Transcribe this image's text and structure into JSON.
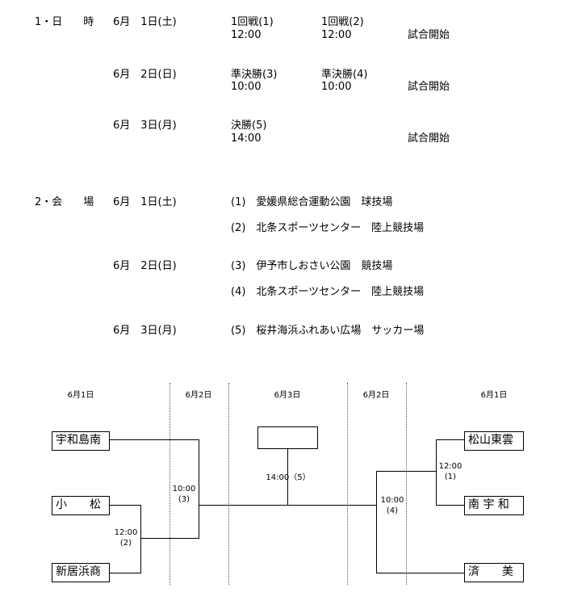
{
  "schedule": {
    "label": "1・日　　時",
    "rows": [
      {
        "date": "6月　1日(土)",
        "items": [
          {
            "name": "1回戦(1)",
            "time": "12:00"
          },
          {
            "name": "1回戦(2)",
            "time": "12:00"
          }
        ],
        "note": "試合開始"
      },
      {
        "date": "6月　2日(日)",
        "items": [
          {
            "name": "準決勝(3)",
            "time": "10:00"
          },
          {
            "name": "準決勝(4)",
            "time": "10:00"
          }
        ],
        "note": "試合開始"
      },
      {
        "date": "6月　3日(月)",
        "items": [
          {
            "name": "決勝(5)",
            "time": "14:00"
          }
        ],
        "note": "試合開始"
      }
    ]
  },
  "venue": {
    "label": "2・会　　場",
    "groups": [
      {
        "date": "6月　1日(土)",
        "venues": [
          "(1)　愛媛県総合運動公園　球技場",
          "(2)　北条スポーツセンター　陸上競技場"
        ]
      },
      {
        "date": "6月　2日(日)",
        "venues": [
          "(3)　伊予市しおさい公園　競技場",
          "(4)　北条スポーツセンター　陸上競技場"
        ]
      },
      {
        "date": "6月　3日(月)",
        "venues": [
          "(5)　桜井海浜ふれあい広場　サッカー場"
        ]
      }
    ]
  },
  "bracket": {
    "day_headers": [
      "6月1日",
      "6月2日",
      "6月3日",
      "6月2日",
      "6月1日"
    ],
    "left_teams": [
      "宇和島南",
      "小　　松",
      "新居浜商"
    ],
    "right_teams": [
      "松山東雲",
      "南 宇 和",
      "済　　美"
    ],
    "matches": {
      "m1": {
        "time": "12:00",
        "num": "(1)"
      },
      "m2": {
        "time": "12:00",
        "num": "(2)"
      },
      "m3": {
        "time": "10:00",
        "num": "(3)"
      },
      "m4": {
        "time": "10:00",
        "num": "(4)"
      },
      "m5": {
        "label": "14:00（5）"
      }
    },
    "winner": ""
  }
}
